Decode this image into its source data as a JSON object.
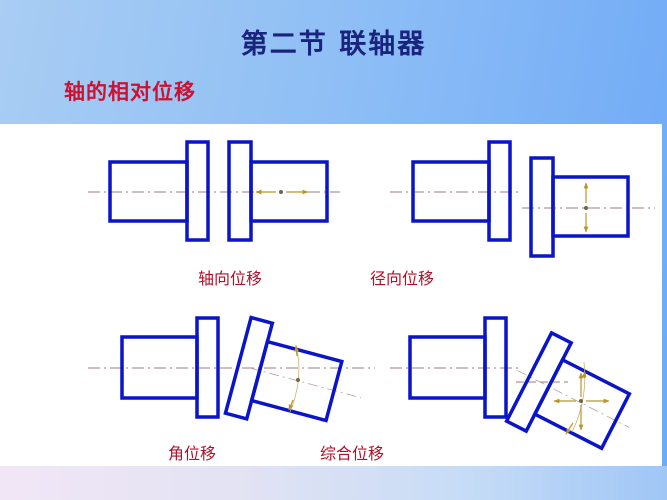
{
  "slide": {
    "title": "第二节  联轴器",
    "subtitle": "轴的相对位移"
  },
  "diagrams": [
    {
      "id": "axial",
      "label": "轴向位移"
    },
    {
      "id": "radial",
      "label": "径向位移"
    },
    {
      "id": "angular",
      "label": "角位移"
    },
    {
      "id": "combined",
      "label": "综合位移"
    }
  ],
  "colors": {
    "shaft_outline": "#0a14c8",
    "centerline": "#9b7f7f",
    "arrow": "#b8962a",
    "title": "#1a237e",
    "subtitle": "#d01030",
    "label": "#b0102a"
  }
}
